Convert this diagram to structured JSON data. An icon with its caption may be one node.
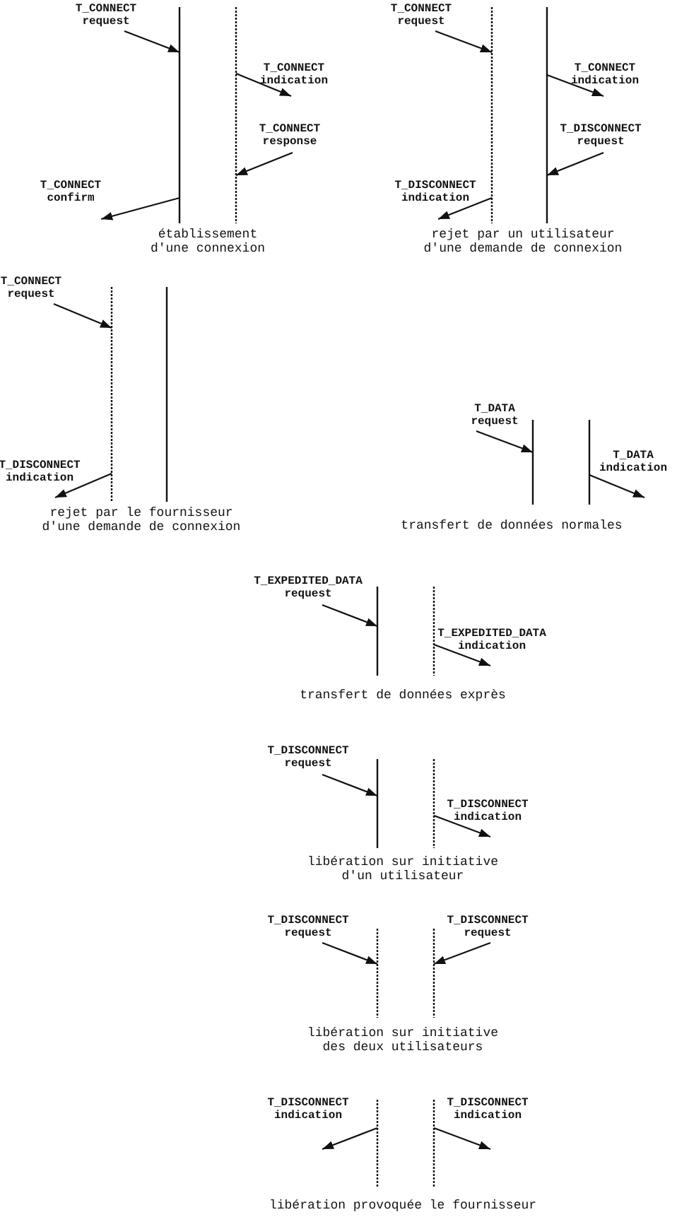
{
  "diagram": {
    "nodes": [
      {
        "text": [
          "T_CONNECT request"
        ]
      },
      {
        "text": [],
        "shape": "line"
      },
      {
        "text": [],
        "shape": "line"
      },
      {
        "text": [
          "T_CONNECT indication"
        ]
      },
      {
        "text": [
          "T_CONNECT response"
        ]
      },
      {
        "text": [
          "T_CONNECT confirm"
        ]
      },
      {
        "text": [
          "T_CONNECT request"
        ]
      },
      {
        "text": [],
        "shape": "line"
      },
      {
        "text": [],
        "shape": "line"
      },
      {
        "text": [
          "T_CONNECT indication"
        ]
      },
      {
        "text": [
          "T_DISCONNECT request"
        ]
      },
      {
        "text": [
          "T_DISCONNECT indication"
        ]
      },
      {
        "text": [
          "T_CONNECT request"
        ]
      },
      {
        "text": [],
        "shape": "line"
      },
      {
        "text": [],
        "shape": "line"
      },
      {
        "text": [
          "T_DISCONNECT indication"
        ]
      },
      {
        "text": [
          "T_DATA request"
        ]
      },
      {
        "text": [],
        "shape": "line"
      },
      {
        "text": [],
        "shape": "line"
      },
      {
        "text": [
          "T_DATA indication"
        ]
      },
      {
        "text": [
          "T_EXPEDITED_DATA request"
        ]
      },
      {
        "text": [],
        "shape": "line"
      },
      {
        "text": [],
        "shape": "line"
      },
      {
        "text": [
          "T_EXPEDITED_DATA indication"
        ]
      },
      {
        "text": [
          "T_DISCONNECT request"
        ]
      },
      {
        "text": [],
        "shape": "line"
      },
      {
        "text": [],
        "shape": "line"
      },
      {
        "text": [
          "T_DISCONNECT indication"
        ]
      },
      {
        "text": [
          "T_DISCONNECT request"
        ]
      },
      {
        "text": [
          "T_DISCONNECT request"
        ]
      },
      {
        "text": [],
        "shape": "line"
      },
      {
        "text": [],
        "shape": "line"
      },
      {
        "text": [
          "T_DISCONNECT indication"
        ]
      },
      {
        "text": [
          "T_DISCONNECT indication"
        ]
      },
      {
        "text": [],
        "shape": "line"
      },
      {
        "text": [],
        "shape": "line"
      }
    ],
    "edges": [
      {
        "from": 0,
        "to": 1,
        "arrow": "to"
      },
      {
        "from": 2,
        "to": 3,
        "arrow": "to"
      },
      {
        "from": 4,
        "to": 2,
        "arrow": "to"
      },
      {
        "from": 1,
        "to": 5,
        "arrow": "to"
      },
      {
        "from": 6,
        "to": 7,
        "arrow": "to"
      },
      {
        "from": 8,
        "to": 9,
        "arrow": "to"
      },
      {
        "from": 10,
        "to": 8,
        "arrow": "to"
      },
      {
        "from": 7,
        "to": 11,
        "arrow": "to"
      },
      {
        "from": 12,
        "to": 13,
        "arrow": "to"
      },
      {
        "from": 13,
        "to": 15,
        "arrow": "to"
      },
      {
        "from": 16,
        "to": 17,
        "arrow": "to"
      },
      {
        "from": 18,
        "to": 19,
        "arrow": "to"
      },
      {
        "from": 20,
        "to": 21,
        "arrow": "to"
      },
      {
        "from": 22,
        "to": 23,
        "arrow": "to"
      },
      {
        "from": 24,
        "to": 25,
        "arrow": "to"
      },
      {
        "from": 26,
        "to": 27,
        "arrow": "to"
      },
      {
        "from": 28,
        "to": 30,
        "arrow": "to"
      },
      {
        "from": 29,
        "to": 31,
        "arrow": "to"
      },
      {
        "from": 34,
        "to": 32,
        "arrow": "to"
      },
      {
        "from": 35,
        "to": 33,
        "arrow": "to"
      }
    ],
    "labels": [
      "établissement d'une connexion",
      "rejet par un utilisateur d'une demande de connexion",
      "rejet par le fournisseur d'une demande de connexion",
      "transfert de données normales",
      "transfert de données exprès",
      "libération sur initiative d'un utilisateur",
      "libération sur initiative des deux utilisateurs",
      "libération provoquée le fournisseur"
    ]
  }
}
